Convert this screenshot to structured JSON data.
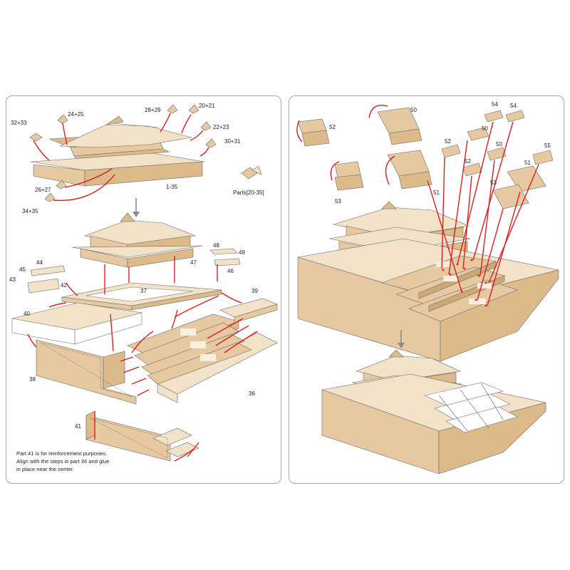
{
  "left_panel": {
    "labels": {
      "p32_33": "32+33",
      "p24_25": "24+25",
      "p28_29": "28+29",
      "p20_21": "20+21",
      "p22_23": "22+23",
      "p30_31": "30+31",
      "p26_27": "26+27",
      "p34_35": "34+35",
      "p1_35": "1-35",
      "parts_20_35": "Parts[20-35]",
      "p48": "48",
      "p49": "49",
      "p47": "47",
      "p46": "46",
      "p44": "44",
      "p45": "45",
      "p43": "43",
      "p42": "42",
      "p37": "37",
      "p39": "39",
      "p40": "40",
      "p38": "38",
      "p36": "36",
      "p41": "41"
    },
    "note": [
      "Part 41 is for reinforcement purposes.",
      "Align with the steps in part 36 and glue",
      "in place near the center."
    ]
  },
  "right_panel": {
    "labels": {
      "p52a": "52",
      "p50a": "50",
      "p53a": "53",
      "p51a": "51",
      "p54a": "54",
      "p54b": "54",
      "p50b": "50",
      "p52b": "52",
      "p50c": "50",
      "p52c": "52",
      "p55": "55",
      "p51b": "51",
      "p53b": "53"
    }
  },
  "colors": {
    "tan": "#e6c9a0",
    "arrow_red": "#d62020",
    "border_gray": "#a8a8a8",
    "flow_arrow_gray": "#8a8a8a"
  }
}
